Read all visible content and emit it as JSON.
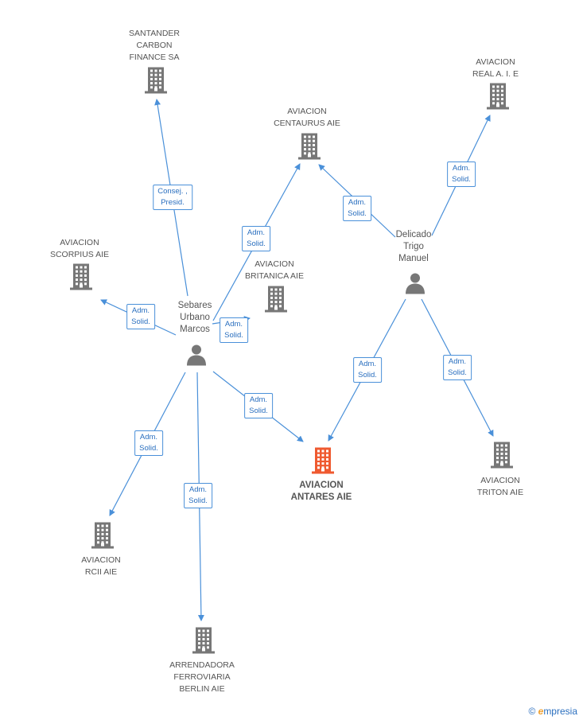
{
  "colors": {
    "edge": "#4a90d9",
    "company": "#777777",
    "focus": "#ef5a30",
    "person": "#777777"
  },
  "nodes": [
    {
      "id": "santander",
      "kind": "company",
      "label": "SANTANDER\nCARBON\nFINANCE SA"
    },
    {
      "id": "centaurus",
      "kind": "company",
      "label": "AVIACION\nCENTAURUS AIE"
    },
    {
      "id": "real",
      "kind": "company",
      "label": "AVIACION\nREAL A. I. E"
    },
    {
      "id": "scorpius",
      "kind": "company",
      "label": "AVIACION\nSCORPIUS AIE"
    },
    {
      "id": "britanica",
      "kind": "company",
      "label": "AVIACION\nBRITANICA AIE"
    },
    {
      "id": "sebares",
      "kind": "person",
      "label": "Sebares\nUrbano\nMarcos"
    },
    {
      "id": "delicado",
      "kind": "person",
      "label": "Delicado\nTrigo\nManuel"
    },
    {
      "id": "antares",
      "kind": "focus",
      "label": "AVIACION\nANTARES AIE"
    },
    {
      "id": "triton",
      "kind": "company",
      "label": "AVIACION\nTRITON  AIE"
    },
    {
      "id": "rcii",
      "kind": "company",
      "label": "AVIACION\nRCII AIE"
    },
    {
      "id": "arrendadora",
      "kind": "company",
      "label": "ARRENDADORA\nFERROVIARIA\nBERLIN AIE"
    }
  ],
  "edges": [
    {
      "from": "sebares",
      "to": "santander",
      "label": "Consej. ,\nPresid."
    },
    {
      "from": "sebares",
      "to": "centaurus",
      "label": "Adm.\nSolid."
    },
    {
      "from": "sebares",
      "to": "scorpius",
      "label": "Adm.\nSolid."
    },
    {
      "from": "sebares",
      "to": "britanica",
      "label": "Adm.\nSolid."
    },
    {
      "from": "sebares",
      "to": "antares",
      "label": "Adm.\nSolid."
    },
    {
      "from": "sebares",
      "to": "rcii",
      "label": "Adm.\nSolid."
    },
    {
      "from": "sebares",
      "to": "arrendadora",
      "label": "Adm.\nSolid."
    },
    {
      "from": "delicado",
      "to": "centaurus",
      "label": "Adm.\nSolid."
    },
    {
      "from": "delicado",
      "to": "real",
      "label": "Adm.\nSolid."
    },
    {
      "from": "delicado",
      "to": "antares",
      "label": "Adm.\nSolid."
    },
    {
      "from": "delicado",
      "to": "triton",
      "label": "Adm.\nSolid."
    }
  ],
  "footer": {
    "copyright": "©",
    "brand_e": "e",
    "brand_rest": "mpresia"
  }
}
